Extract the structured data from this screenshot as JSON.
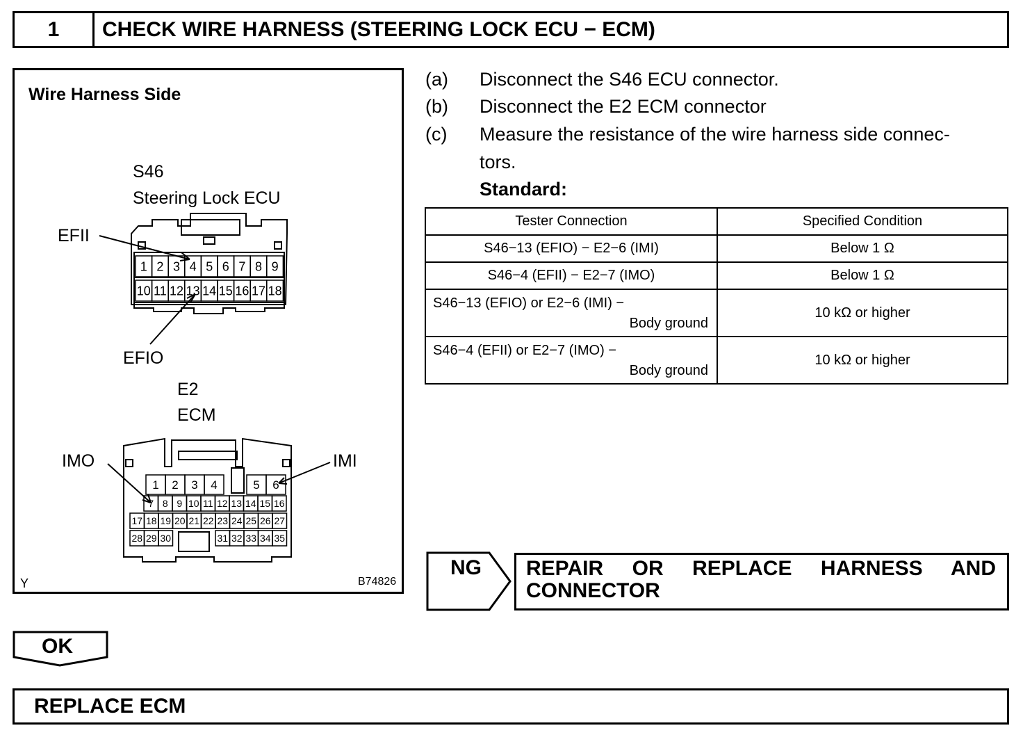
{
  "header": {
    "step_number": "1",
    "title": "CHECK WIRE HARNESS (STEERING LOCK ECU − ECM)"
  },
  "diagram": {
    "title": "Wire Harness Side",
    "s46_code": "S46",
    "s46_name": "Steering Lock ECU",
    "efii_label": "EFII",
    "efio_label": "EFIO",
    "e2_code": "E2",
    "e2_name": "ECM",
    "imo_label": "IMO",
    "imi_label": "IMI",
    "corner_left": "Y",
    "figure_id": "B74826",
    "s46_pins_top": [
      "1",
      "2",
      "3",
      "4",
      "5",
      "6",
      "7",
      "8",
      "9"
    ],
    "s46_pins_bottom": [
      "10",
      "11",
      "12",
      "13",
      "14",
      "15",
      "16",
      "17",
      "18"
    ],
    "e2_pins_row1": [
      "1",
      "2",
      "3",
      "4",
      "5",
      "6"
    ],
    "e2_pins_row2": [
      "7",
      "8",
      "9",
      "10",
      "11",
      "12",
      "13",
      "14",
      "15",
      "16"
    ],
    "e2_pins_row3": [
      "17",
      "18",
      "19",
      "20",
      "21",
      "22",
      "23",
      "24",
      "25",
      "26",
      "27"
    ],
    "e2_pins_row4": [
      "28",
      "29",
      "30",
      "31",
      "32",
      "33",
      "34",
      "35"
    ]
  },
  "steps": [
    {
      "letter": "(a)",
      "text": "Disconnect the S46 ECU connector."
    },
    {
      "letter": "(b)",
      "text": "Disconnect the E2 ECM connector"
    },
    {
      "letter": "(c)",
      "text": "Measure the resistance of the wire harness side connec-",
      "text2": "tors."
    }
  ],
  "standard_label": "Standard:",
  "table": {
    "headers": [
      "Tester Connection",
      "Specified Condition"
    ],
    "rows": [
      {
        "connection": "S46−13 (EFIO) − E2−6 (IMI)",
        "condition": "Below 1 Ω"
      },
      {
        "connection": "S46−4 (EFII) − E2−7 (IMO)",
        "condition": "Below 1 Ω"
      },
      {
        "connection": "S46−13 (EFIO) or E2−6 (IMI) −",
        "connection2": "Body ground",
        "condition": "10 kΩ or higher"
      },
      {
        "connection": "S46−4 (EFII) or E2−7 (IMO) −",
        "connection2": "Body ground",
        "condition": "10 kΩ or higher"
      }
    ]
  },
  "ng": {
    "label": "NG",
    "action": "REPAIR OR REPLACE HARNESS AND CONNECTOR"
  },
  "ok": {
    "label": "OK"
  },
  "final": {
    "text": "REPLACE ECM"
  }
}
